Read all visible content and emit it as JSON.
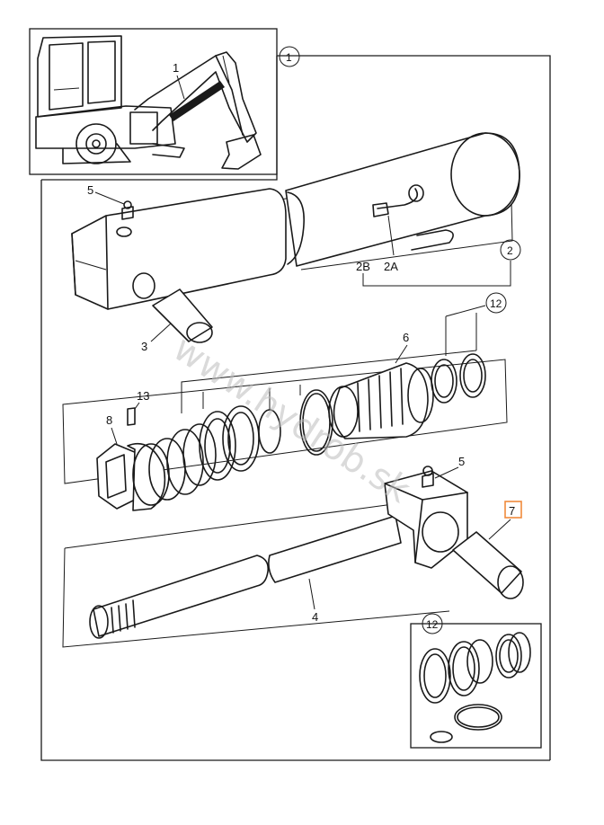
{
  "labels": {
    "l1_machine": "1",
    "l2": "2",
    "l2a": "2A",
    "l2b": "2B",
    "l3": "3",
    "l4": "4",
    "l5_top": "5",
    "l5_rod": "5",
    "l6": "6",
    "l7": "7",
    "l8": "8",
    "l12_right": "12",
    "l12_inset": "12",
    "l13": "13",
    "callout1": "1"
  },
  "watermark": "www.hydrob.sk",
  "colors": {
    "line": "#1a1a1a",
    "highlight": "#f08a3c",
    "watermark": "#bdbdbd"
  }
}
